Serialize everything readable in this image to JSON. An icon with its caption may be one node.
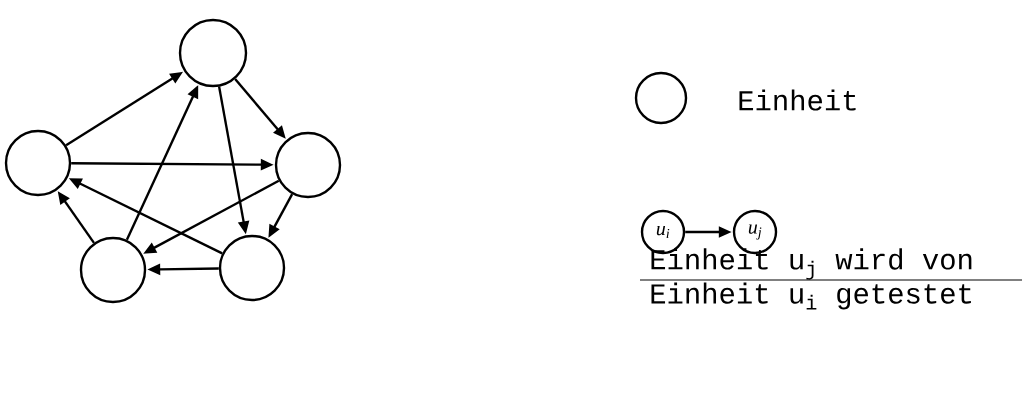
{
  "diagram": {
    "nodes": [
      {
        "text": [],
        "shape": "circle"
      },
      {
        "text": [],
        "shape": "circle"
      },
      {
        "text": [],
        "shape": "circle"
      },
      {
        "text": [],
        "shape": "circle"
      },
      {
        "text": [],
        "shape": "circle"
      },
      {
        "text": [],
        "shape": "circle",
        "beside": [
          "Einheit"
        ]
      },
      {
        "text": [
          "u$_{i}$"
        ]
      },
      {
        "text": [
          "u$_{j}$"
        ]
      }
    ],
    "edges": [
      {
        "from": 1,
        "to": 0,
        "arrow": "to"
      },
      {
        "from": 3,
        "to": 0,
        "arrow": "to"
      },
      {
        "from": 0,
        "to": 2,
        "arrow": "to"
      },
      {
        "from": 0,
        "to": 4,
        "arrow": "to"
      },
      {
        "from": 1,
        "to": 2,
        "arrow": "to"
      },
      {
        "from": 2,
        "to": 3,
        "arrow": "to"
      },
      {
        "from": 2,
        "to": 4,
        "arrow": "to"
      },
      {
        "from": 4,
        "to": 1,
        "arrow": "to"
      },
      {
        "from": 3,
        "to": 1,
        "arrow": "to"
      },
      {
        "from": 4,
        "to": 3,
        "arrow": "to"
      },
      {
        "from": 6,
        "to": 7,
        "arrow": "to"
      }
    ],
    "labels": [
      "Einheit u$_{j}$ wird von",
      "Einheit u$_{i}$ getestet"
    ]
  }
}
